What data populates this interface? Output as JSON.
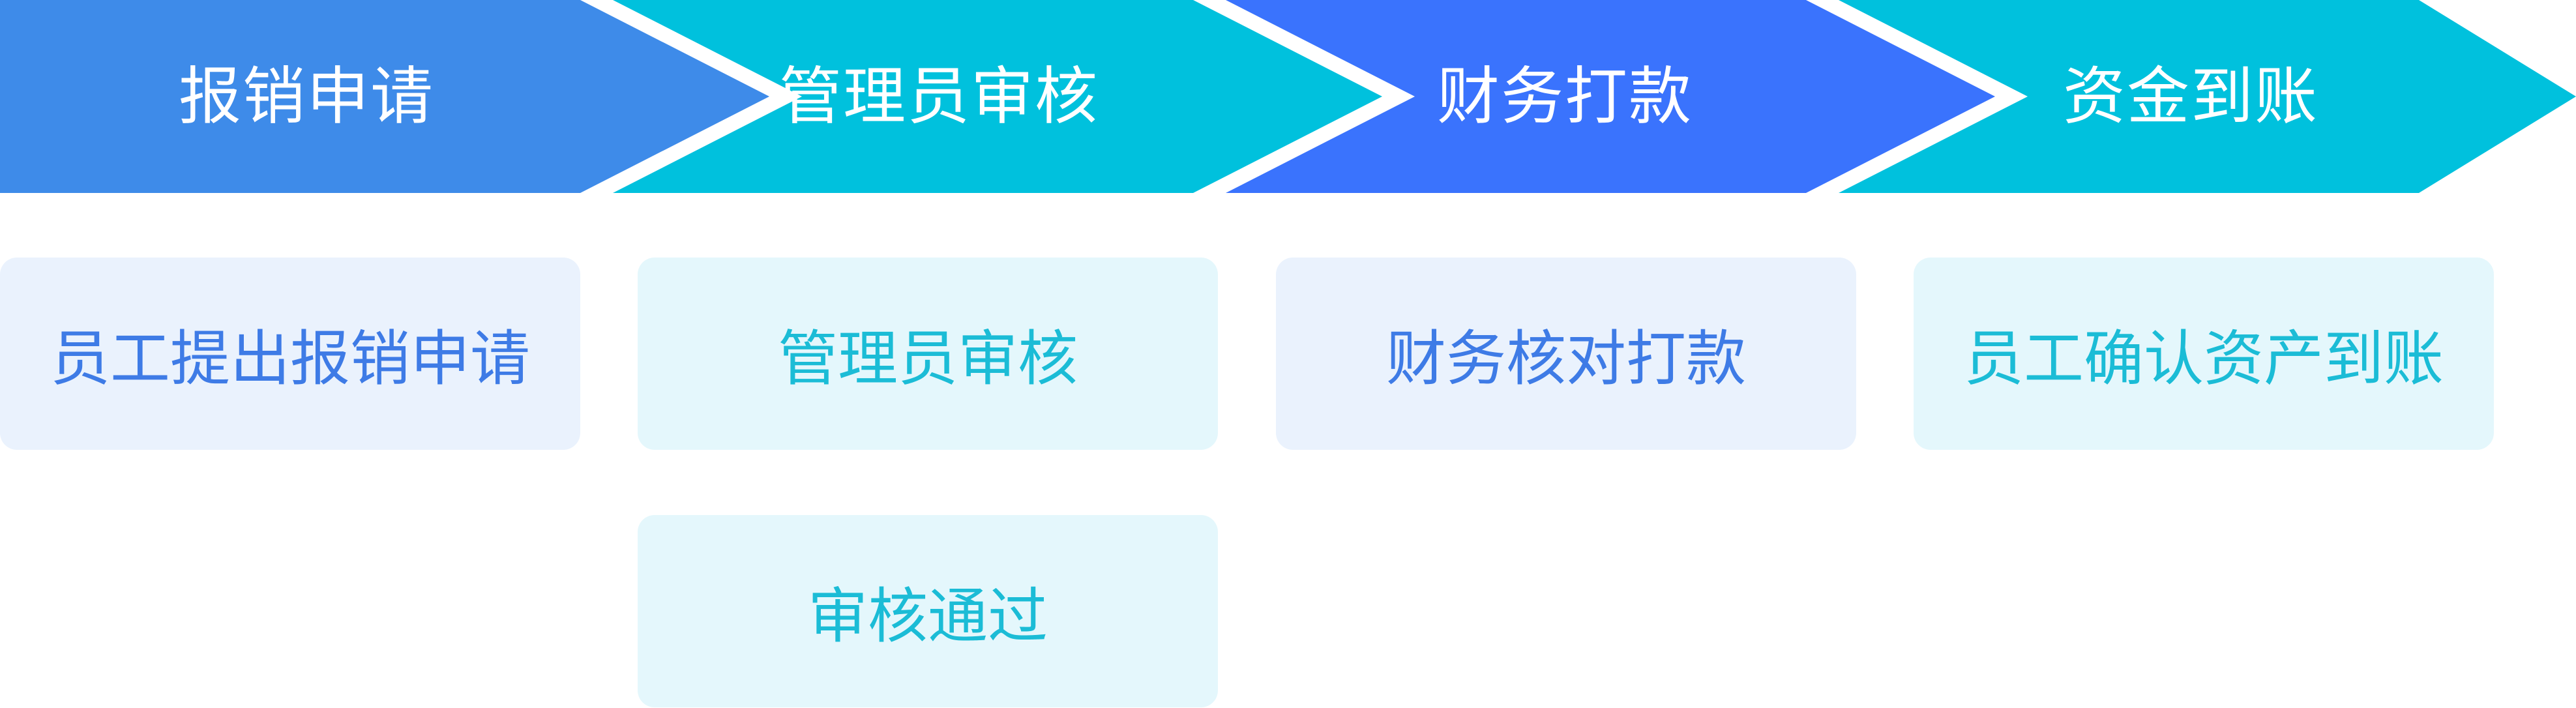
{
  "stages": [
    {
      "label": "报销申请",
      "color": "#3e8be9"
    },
    {
      "label": "管理员审核",
      "color": "#00c1dd"
    },
    {
      "label": "财务打款",
      "color": "#3a73fd"
    },
    {
      "label": "资金到账",
      "color": "#00c1dd"
    }
  ],
  "steps": {
    "apply": "员工提出报销申请",
    "admin_review": "管理员审核",
    "review_passed": "审核通过",
    "finance_check": "财务核对打款",
    "confirm_arrival": "员工确认资产到账"
  }
}
